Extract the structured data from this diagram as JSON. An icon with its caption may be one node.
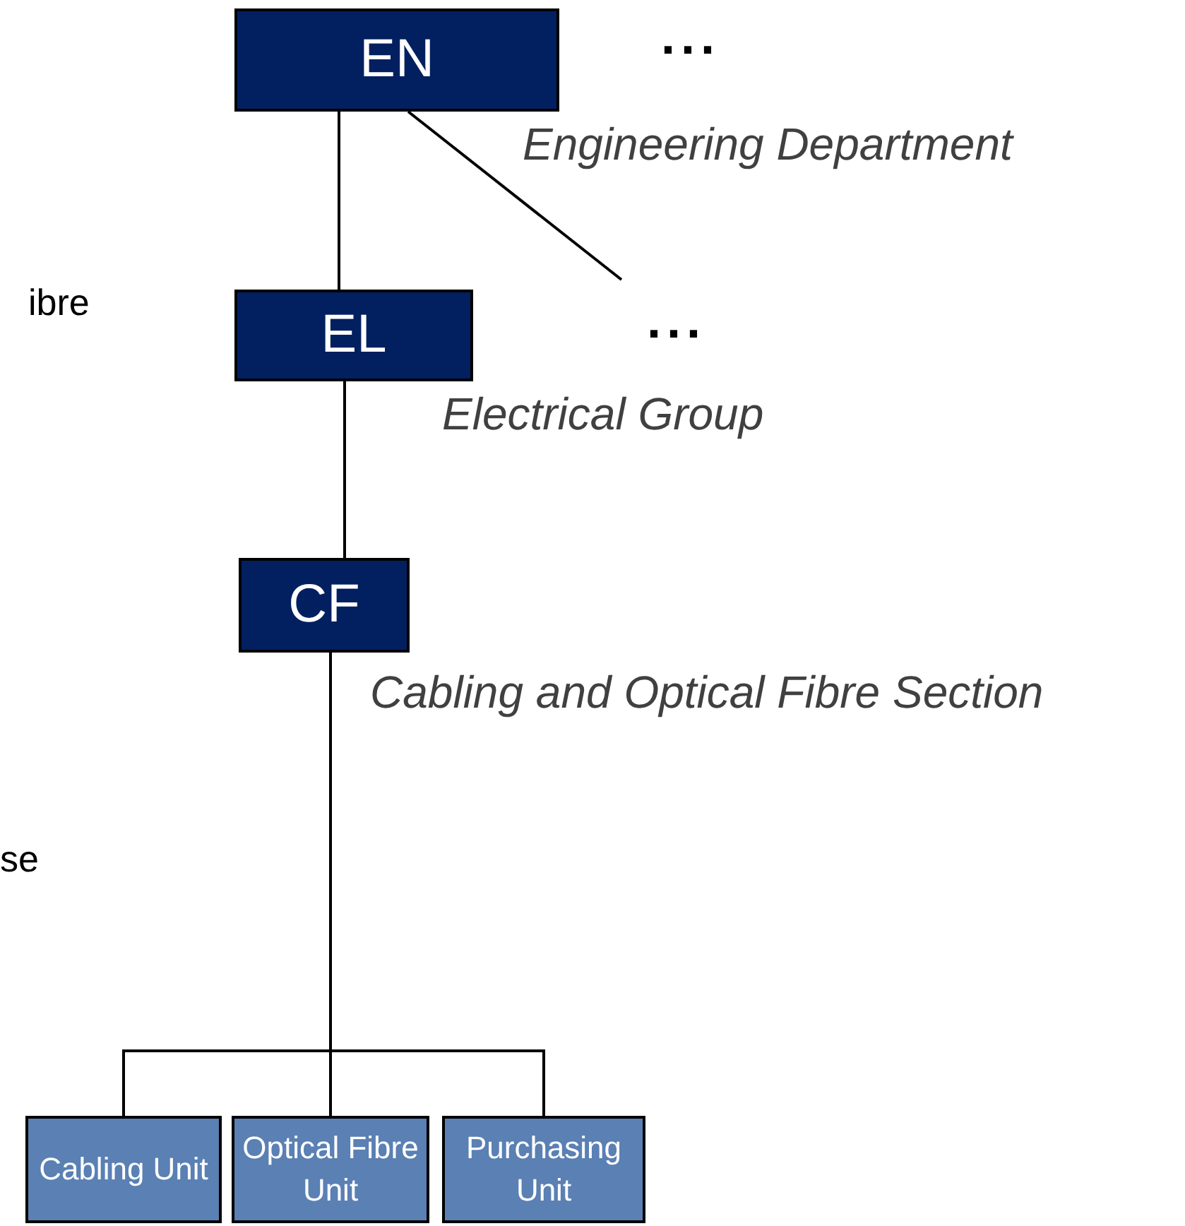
{
  "diagram": {
    "nodes": [
      {
        "text": [
          "EN"
        ],
        "beside": [
          "Engineering Department"
        ]
      },
      {
        "text": [
          "EL"
        ],
        "beside": [
          "Electrical Group"
        ]
      },
      {
        "text": [
          "CF"
        ],
        "beside": [
          "Cabling and Optical Fibre Section"
        ]
      },
      {
        "text": [
          "Cabling Unit"
        ]
      },
      {
        "text": [
          "Optical Fibre Unit"
        ]
      },
      {
        "text": [
          "Purchasing Unit"
        ]
      }
    ],
    "edges": [
      {
        "from": 0,
        "to": 1,
        "arrow": "none"
      },
      {
        "from": 0,
        "to": null,
        "arrow": "none"
      },
      {
        "from": 1,
        "to": 2,
        "arrow": "none"
      },
      {
        "from": 2,
        "to": 3,
        "arrow": "none"
      },
      {
        "from": 2,
        "to": 4,
        "arrow": "none"
      },
      {
        "from": 2,
        "to": 5,
        "arrow": "none"
      }
    ],
    "labels": [
      "...",
      "ibre",
      "...",
      "se"
    ]
  }
}
